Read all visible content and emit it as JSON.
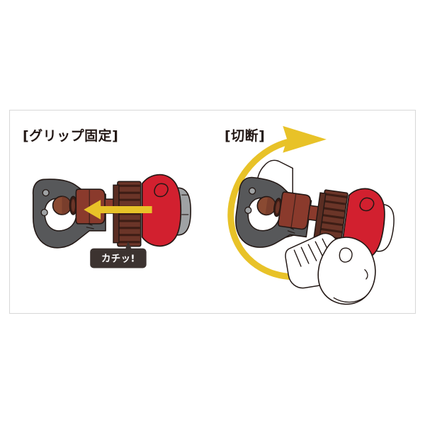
{
  "figure": {
    "background_color": "#ffffff",
    "frame_border_color": "#d8d8d8",
    "subject": "tube-cutter-operation-illustration"
  },
  "palette": {
    "red_handle": "#d2202f",
    "red_handle_dark": "#b01a27",
    "body_gray": "#57585a",
    "body_gray_light": "#6e7073",
    "body_gray_pale": "#9fa2a4",
    "knurl_brown": "#6b3528",
    "knurl_brown_dark": "#3d1d15",
    "wheel_brown": "#8a4a32",
    "arrow_yellow": "#e8c228",
    "outline_black": "#231815",
    "callout_bg": "#3c3330",
    "callout_text": "#ffffff"
  },
  "panels": [
    {
      "id": "grip-fix",
      "title": "[グリップ固定]",
      "arrow": {
        "type": "straight",
        "direction": "left",
        "color": "#e8c228",
        "meaning": "push-grip-toward-cutter"
      },
      "callout": {
        "text": "カチッ!",
        "bg_color": "#3c3330",
        "text_color": "#ffffff",
        "pointer": "up"
      }
    },
    {
      "id": "cut",
      "title": "[切断]",
      "arrow": {
        "type": "curved",
        "direction": "clockwise-rotation",
        "color": "#e8c228",
        "meaning": "rotate-cutter-around-pipe"
      },
      "hand": {
        "style": "line-drawing-outline",
        "stroke_color": "#231815",
        "description": "hand-gripping-tool"
      }
    }
  ],
  "tool": {
    "name": "tube-cutter",
    "parts": [
      {
        "name": "c-frame-body",
        "color": "#57585a"
      },
      {
        "name": "cutter-wheel",
        "color": "#8a4a32"
      },
      {
        "name": "feed-block",
        "color": "#8a3a2c"
      },
      {
        "name": "knurled-collar",
        "color": "#6b3528"
      },
      {
        "name": "red-knob",
        "color": "#d2202f"
      },
      {
        "name": "end-cap",
        "color": "#9fa2a4"
      }
    ]
  }
}
